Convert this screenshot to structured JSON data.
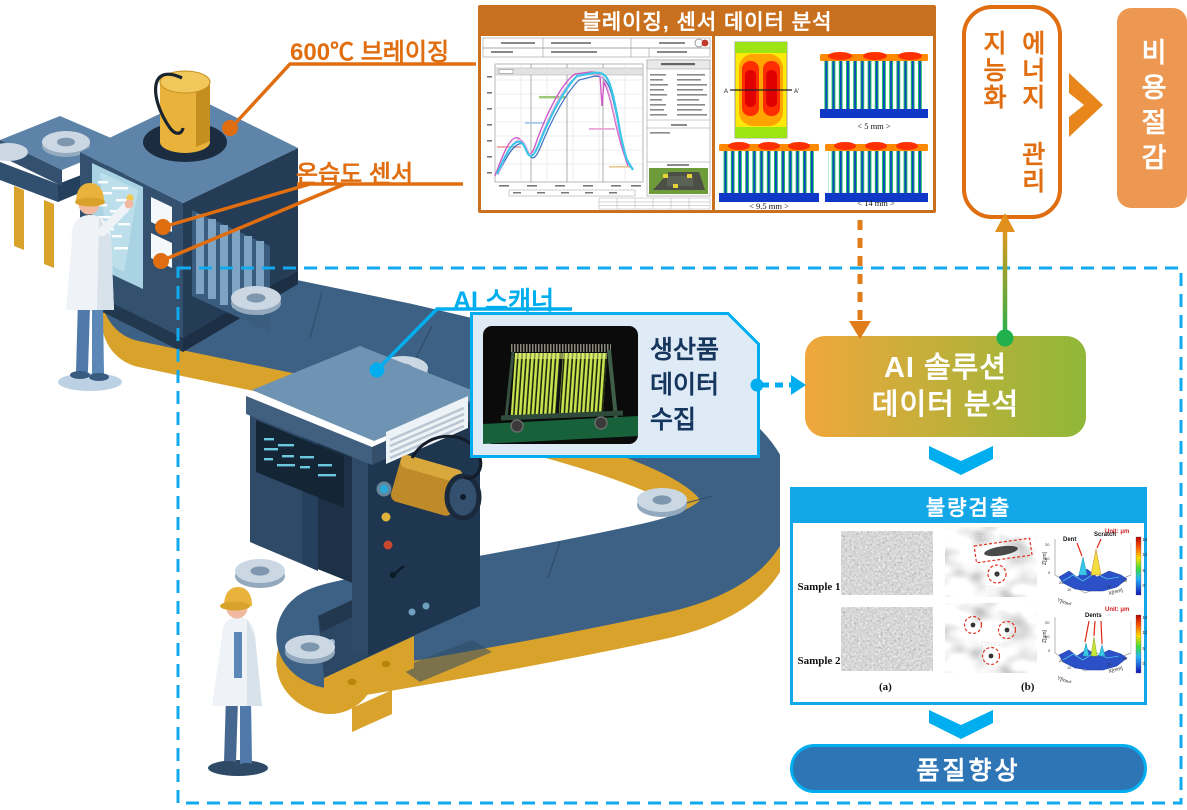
{
  "labels": {
    "brazing": "600℃ 브레이징",
    "humidity_sensor": "온습도 센서",
    "ai_scanner": "AI 스캐너"
  },
  "analysis_box": {
    "title": "블레이징, 센서 데이터 분석",
    "section_start": "A",
    "section_end": "A'",
    "fin_labels": [
      "< 5 mm >",
      "< 9.5 mm >",
      "< 14 mm >"
    ]
  },
  "energy_box": {
    "text": "에너지 관리\n지능화"
  },
  "cost_box": {
    "text": "비용절감"
  },
  "collect_box": {
    "lines": [
      "생산품",
      "데이터",
      "수집"
    ]
  },
  "ai_solution_box": {
    "line1": "AI 솔루션",
    "line2": "데이터 분석"
  },
  "defect_box": {
    "title": "불량검출",
    "samples": [
      "Sample 1",
      "Sample 2"
    ],
    "annotations": {
      "scratch": "Scratch",
      "dent": "Dent",
      "dents": "Dents"
    },
    "plot": {
      "unit": "Unit: μm",
      "z_label": "Z[μm]",
      "y_label": "Y[mm]",
      "x_label": "X[mm]",
      "z_ticks": [
        "20",
        "10",
        "0"
      ],
      "y_ticks": [
        "20",
        "10"
      ],
      "x_ticks": [
        "20",
        "40"
      ],
      "colorbar_ticks": [
        "15",
        "10",
        "5",
        "0"
      ]
    },
    "captions": [
      "(a)",
      "(b)"
    ]
  },
  "quality_box": {
    "text": "품질향상"
  },
  "colors": {
    "accent_orange": "#E06E10",
    "analysis_border": "#C8701E",
    "cost_fill": "#EC9853",
    "cyan": "#00AEEF",
    "defect_header": "#14A7E8",
    "collect_fill": "#DEEBF7",
    "navy_text": "#17365D",
    "quality_fill": "#2E75B6",
    "ai_gradient_left": "#F0A73C",
    "ai_gradient_right": "#8FB838",
    "green": "#21B14C"
  }
}
